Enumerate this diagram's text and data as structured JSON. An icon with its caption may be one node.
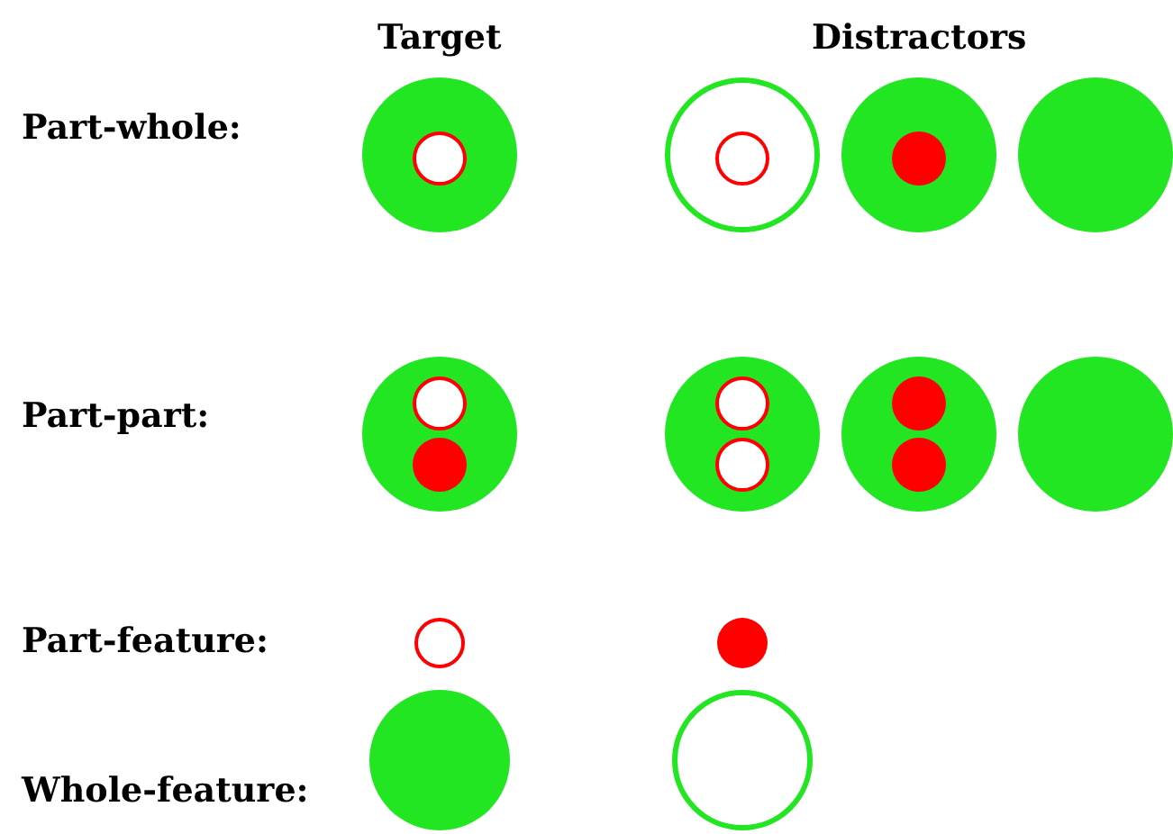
{
  "diagram": {
    "nodes": [
      {
        "text": [],
        "shape": "circle"
      },
      {
        "text": [],
        "shape": "circle",
        "in": 0
      },
      {
        "text": [],
        "shape": "circle"
      },
      {
        "text": [],
        "shape": "circle",
        "in": 2
      },
      {
        "text": [],
        "shape": "circle"
      },
      {
        "text": [],
        "shape": "circle",
        "in": 4
      },
      {
        "text": [],
        "shape": "circle"
      },
      {
        "text": [],
        "shape": "circle"
      },
      {
        "text": [],
        "shape": "circle",
        "in": 7
      },
      {
        "text": [],
        "shape": "circle",
        "in": 7
      },
      {
        "text": [],
        "shape": "circle"
      },
      {
        "text": [],
        "shape": "circle",
        "in": 10
      },
      {
        "text": [],
        "shape": "circle",
        "in": 10
      },
      {
        "text": [],
        "shape": "circle"
      },
      {
        "text": [],
        "shape": "circle",
        "in": 13
      },
      {
        "text": [],
        "shape": "circle",
        "in": 13
      },
      {
        "text": [],
        "shape": "circle"
      },
      {
        "text": [],
        "shape": "circle"
      },
      {
        "text": [],
        "shape": "circle"
      },
      {
        "text": [],
        "shape": "circle"
      },
      {
        "text": [],
        "shape": "circle"
      }
    ],
    "labels": [
      "Target",
      "Distractors",
      "Part-whole:",
      "Part-part:",
      "Part-feature:",
      "Whole-feature:"
    ]
  }
}
